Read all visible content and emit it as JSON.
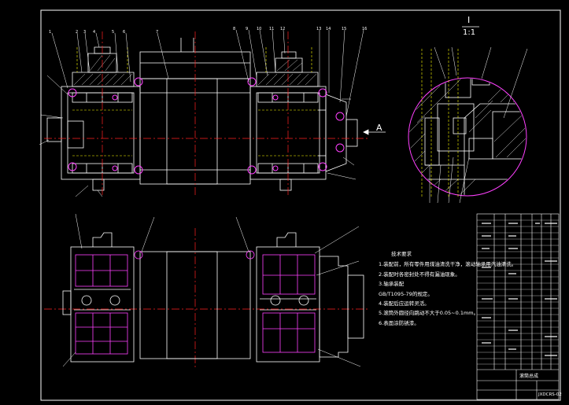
{
  "section": {
    "id": "I",
    "scale": "1:1"
  },
  "view_arrow": "A",
  "tech_notes": {
    "header": "技术要求",
    "lines": [
      "1.装配前，所有零件用煤油清洗干净，滚动轴承用汽油清洗。",
      "2.装配时各密封处不得有漏油现象。",
      "3.轴承装配",
      "GB/T1095-79的规定。",
      "4.装配后应运转灵活。",
      "5.滚筒外圆径向跳动不大于0.05~0.1mm。",
      "6.表面涂防锈漆。"
    ]
  },
  "title_block": {
    "name": "滚筒总成",
    "drawing_no": "JXDCRS-02"
  },
  "colors": {
    "background": "#000000",
    "outline": "#ffffff",
    "centerline": "#ff2020",
    "hidden": "#ffff00",
    "callout": "#ff40ff",
    "fill": "#ff00ff"
  }
}
